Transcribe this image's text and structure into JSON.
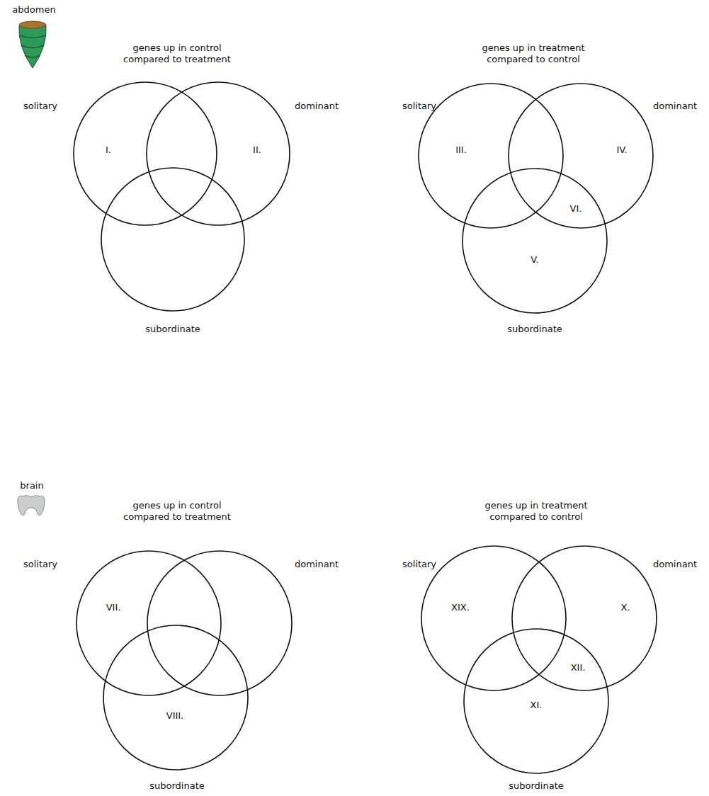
{
  "diagram": {
    "nodes": [
      {
        "text": [
          "solitary"
        ]
      },
      {
        "text": [
          "dominant"
        ]
      },
      {
        "text": [
          "subordinate"
        ]
      },
      {
        "text": [
          "solitary"
        ]
      },
      {
        "text": [
          "dominant"
        ]
      },
      {
        "text": [
          "subordinate"
        ]
      },
      {
        "text": [
          "solitary"
        ]
      },
      {
        "text": [
          "dominant"
        ]
      },
      {
        "text": [
          "subordinate"
        ]
      },
      {
        "text": [
          "solitary"
        ]
      },
      {
        "text": [
          "dominant"
        ]
      },
      {
        "text": [
          "subordinate"
        ]
      }
    ],
    "labels": [
      "abdomen",
      "genes up in control compared to treatment",
      "I.",
      "II.",
      "genes up in treatment compared to control",
      "III.",
      "IV.",
      "VI.",
      "V.",
      "brain",
      "genes up in control compared to treatment",
      "VII.",
      "VIII.",
      "genes up in treatment compared to control",
      "XIX.",
      "X.",
      "XII.",
      "XI."
    ]
  }
}
